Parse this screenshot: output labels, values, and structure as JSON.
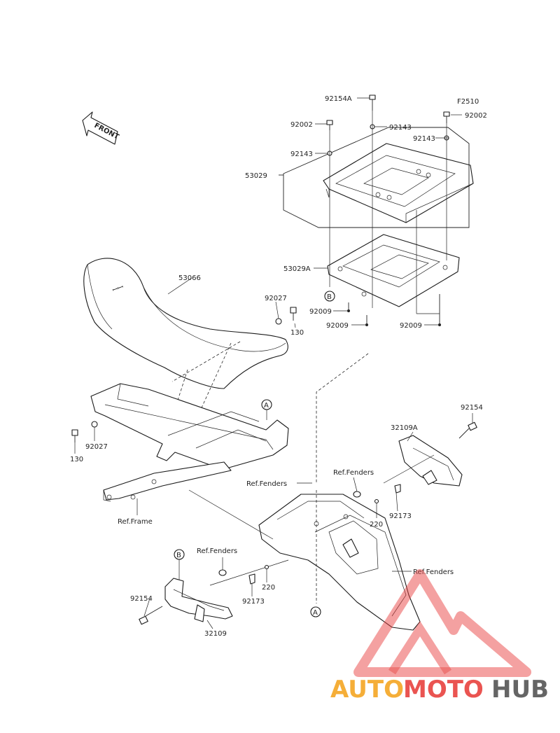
{
  "front_label": "FRONT",
  "fig_code": "F2510",
  "labels": {
    "p92154A": "92154A",
    "p92002_left": "92002",
    "p92002_right": "92002",
    "p92143_center": "92143",
    "p92143_right": "92143",
    "p92143_left": "92143",
    "p53029": "53029",
    "p53029A": "53029A",
    "p53066": "53066",
    "p92027_top": "92027",
    "p130_top": "130",
    "p92009_a": "92009",
    "p92009_b": "92009",
    "p92009_c": "92009",
    "p92154_right": "92154",
    "p32109A": "32109A",
    "refFenders_1": "Ref.Fenders",
    "refFenders_2": "Ref.Fenders",
    "refFenders_3": "Ref.Fenders",
    "refFenders_4": "Ref.Fenders",
    "p220_right": "220",
    "p92173_right": "92173",
    "p92027_bottom": "92027",
    "p130_bottom": "130",
    "refFrame": "Ref.Frame",
    "p220_left": "220",
    "p92173_left": "92173",
    "p92154_left": "92154",
    "p32109": "32109"
  },
  "callouts": {
    "A": "A",
    "B": "B"
  },
  "watermark": {
    "part1": "AUTO",
    "part2": "MOTO",
    "part3": "HUB",
    "color1": "#f5a623",
    "color2": "#e8423f",
    "color3": "#555555"
  }
}
